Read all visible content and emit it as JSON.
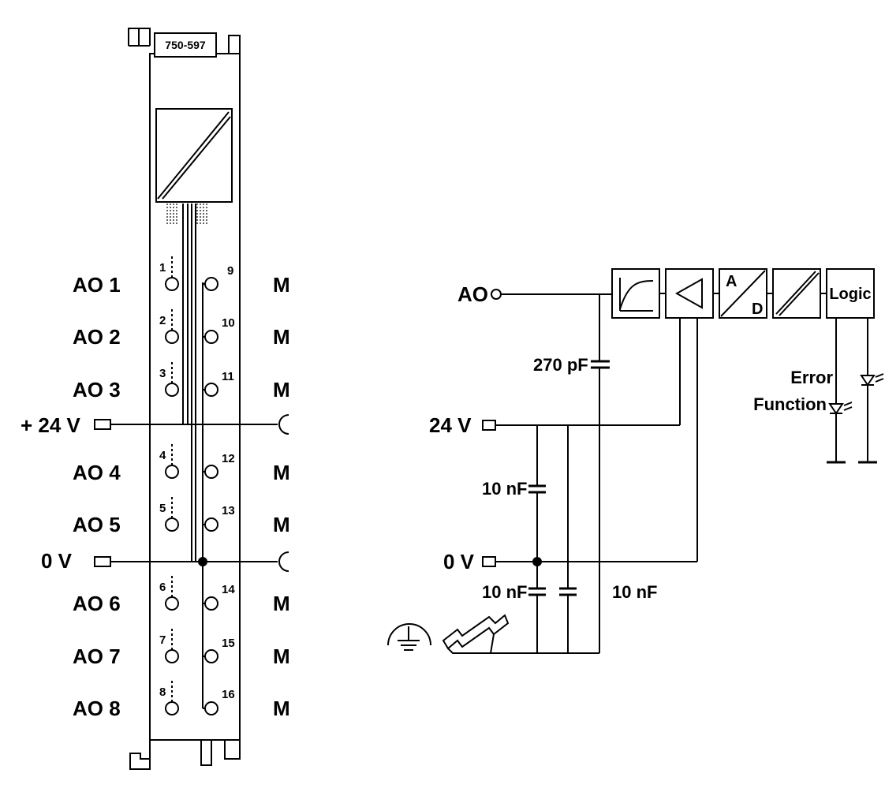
{
  "module": {
    "part_number": "750-597"
  },
  "left_labels": {
    "ao1": "AO 1",
    "ao2": "AO 2",
    "ao3": "AO 3",
    "ao4": "AO 4",
    "ao5": "AO 5",
    "ao6": "AO 6",
    "ao7": "AO 7",
    "ao8": "AO 8",
    "plus24v": "+ 24 V",
    "zero_v": "0 V"
  },
  "right_labels": {
    "m": "M"
  },
  "terminal_numbers": {
    "t1": "1",
    "t2": "2",
    "t3": "3",
    "t4": "4",
    "t5": "5",
    "t6": "6",
    "t7": "7",
    "t8": "8",
    "t9": "9",
    "t10": "10",
    "t11": "11",
    "t12": "12",
    "t13": "13",
    "t14": "14",
    "t15": "15",
    "t16": "16"
  },
  "schematic": {
    "ao": "AO",
    "v24": "24 V",
    "v0": "0 V",
    "cap_270": "270 pF",
    "cap_10a": "10 nF",
    "cap_10b": "10 nF",
    "cap_10c": "10 nF",
    "adc_a": "A",
    "adc_d": "D",
    "logic": "Logic",
    "error": "Error",
    "function": "Function"
  }
}
